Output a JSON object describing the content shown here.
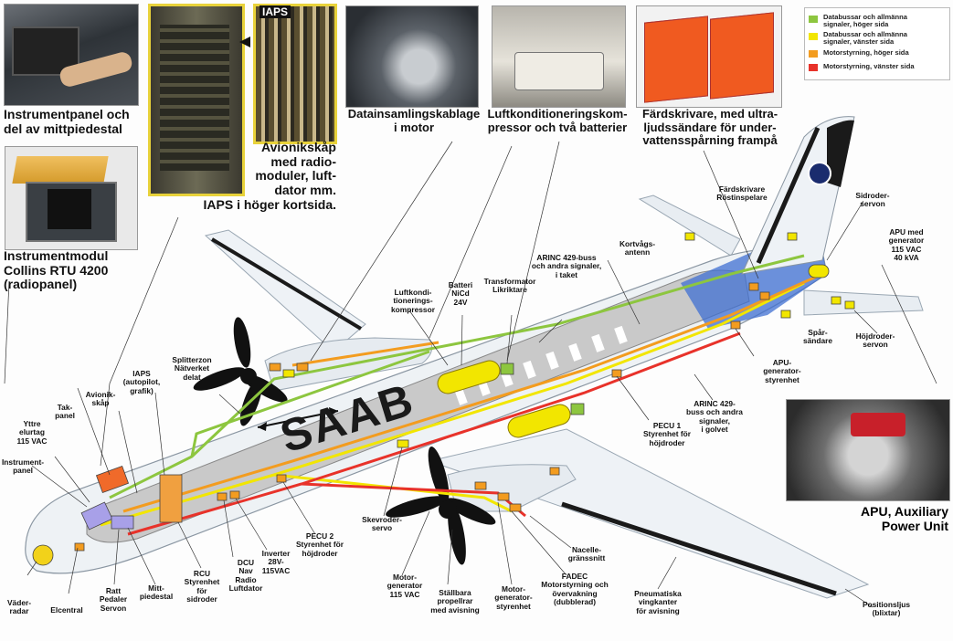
{
  "legend": {
    "items": [
      {
        "label": "Databussar och allmänna\nsignaler, höger sida",
        "color": "#8dc63f"
      },
      {
        "label": "Databussar och allmänna\nsignaler, vänster sida",
        "color": "#f2e600"
      },
      {
        "label": "Motorstyrning, höger sida",
        "color": "#f39c1f"
      },
      {
        "label": "Motorstyrning, vänster sida",
        "color": "#e8322a"
      }
    ]
  },
  "photos": {
    "instrument_panel": "Instrumentpanel och\ndel av mittpiedestal",
    "instrument_module": "Instrumentmodul\nCollins RTU 4200\n(radiopanel)",
    "avionics": "Avionikskåp\nmed radio-\nmoduler, luft-\ndator mm.\nIAPS i höger kortsida.",
    "iaps_tag": "IAPS",
    "engine_cabling": "Datainsamlingskablage\ni motor",
    "aircon": "Luftkonditioneringskom-\npressor och två batterier",
    "recorders": "Färdskrivare, med ultra-\nljudssändare för under-\nvattensspårning frampå",
    "apu": "APU, Auxiliary\nPower Unit"
  },
  "fuselage_text": "SAAB",
  "callouts": {
    "fardskrivare": "Färdskrivare\nRöstinspelare",
    "sidroder": "Sidroder-\nservon",
    "apu_gen": "APU med\ngenerator\n115 VAC\n40 kVA",
    "kortvag": "Kortvågs-\nantenn",
    "arinc_tak": "ARINC 429-buss\noch andra signaler,\ni taket",
    "transformator": "Transformator\nLikriktare",
    "batteri": "Batteri\nNiCd\n24V",
    "luftkond": "Luftkondi-\ntionerings-\nkompressor",
    "sparsandare": "Spår-\nsändare",
    "hojdroder": "Höjdroder-\nservon",
    "apu_styr": "APU-\ngenerator-\nstyrenhet",
    "arinc_golv": "ARINC 429-\nbuss och andra\nsignaler,\ni golvet",
    "pecu1": "PECU 1\nStyrenhet för\nhöjdroder",
    "splitter": "Splitterzon\nNätverket\ndelat",
    "iaps": "IAPS\n(autopilot,\ngrafik)",
    "avionikskap": "Avionik-\nskåp",
    "takpanel": "Tak-\npanel",
    "yttre_elurtag": "Yttre\nelurtag\n115 VAC",
    "instrumentpanel": "Instrument-\npanel",
    "vaderradar": "Väder-\nradar",
    "elcentral": "Elcentral",
    "ratt": "Ratt\nPedaler\nServon",
    "mittpiedestal": "Mitt-\npiedestal",
    "rcu": "RCU\nStyrenhet\nför\nsidroder",
    "dcu": "DCU\nNav\nRadio\nLuftdator",
    "inverter": "Inverter\n28V-\n115VAC",
    "pecu2": "PECU 2\nStyrenhet för\nhöjdroder",
    "skevroder": "Skevroder-\nservo",
    "motorgen": "Motor-\ngenerator\n115 VAC",
    "stallbara": "Ställbara\npropellrar\nmed avisning",
    "motorgen_styr": "Motor-\ngenerator-\nstyrenhet",
    "fadec": "FADEC\nMotorstyrning och\növervakning\n(dubblerad)",
    "nacelle": "Nacelle-\ngränssnitt",
    "pneumatiska": "Pneumatiska\nvingkanter\nför avisning",
    "positionsljus": "Positionsljus\n(blixtar)"
  }
}
